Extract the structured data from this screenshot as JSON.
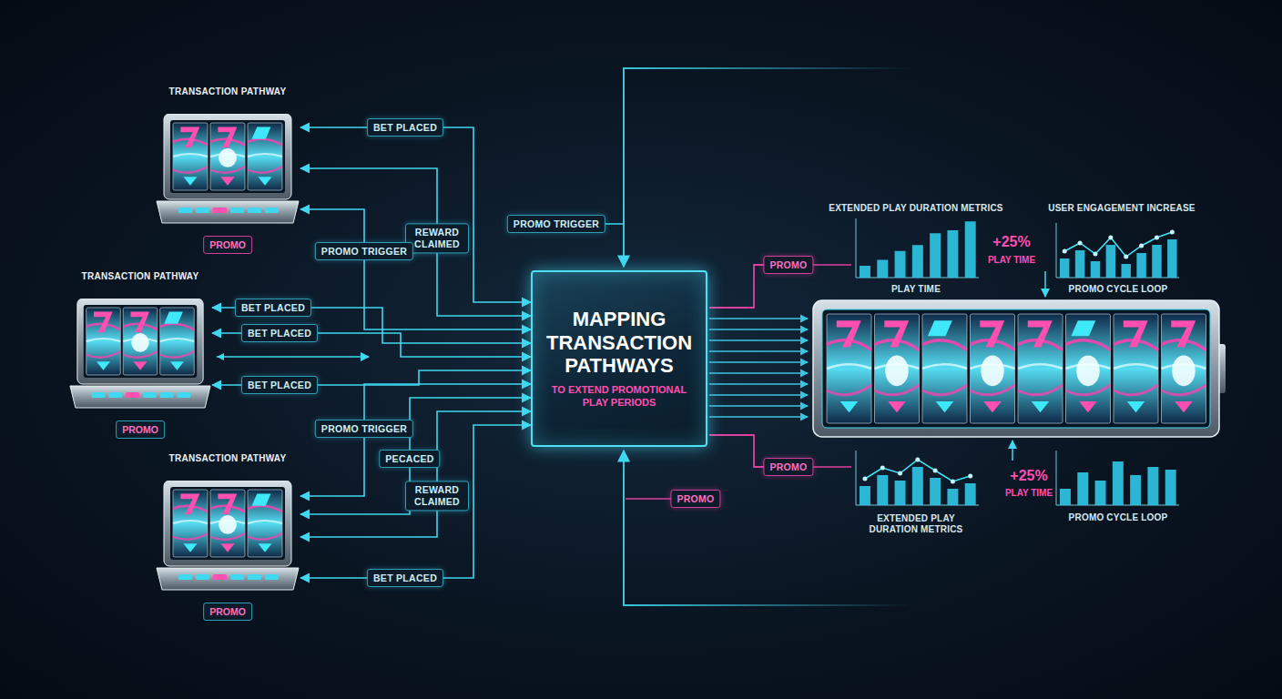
{
  "diagram": {
    "nodes": [
      {
        "text": [
          "TRANSACTION PATHWAY",
          "PROMO"
        ]
      },
      {
        "text": [
          "TRANSACTION PATHWAY",
          "PROMO"
        ]
      },
      {
        "text": [
          "TRANSACTION PATHWAY",
          "PROMO"
        ]
      },
      {
        "text": [
          "MAPPING TRANSACTION PATHWAYS",
          "TO EXTEND PROMOTIONAL PLAY PERIODS"
        ]
      }
    ],
    "edges": [
      {
        "from": 0,
        "to": 3,
        "label": "BET PLACED",
        "arrow": "both"
      },
      {
        "from": 0,
        "to": 3,
        "label": "REWARD CLAIMED",
        "arrow": "both"
      },
      {
        "from": 0,
        "to": 3,
        "label": "PROMO TRIGGER",
        "arrow": "both"
      },
      {
        "from": 1,
        "to": 3,
        "label": "BET PLACED",
        "arrow": "both"
      },
      {
        "from": 1,
        "to": 3,
        "label": "BET PLACED",
        "arrow": "both"
      },
      {
        "from": 1,
        "to": 3,
        "label": "BET PLACED",
        "arrow": "both"
      },
      {
        "from": 2,
        "to": 3,
        "label": "PROMO TRIGGER",
        "arrow": "both"
      },
      {
        "from": 2,
        "to": 3,
        "label": "PECACED",
        "arrow": "both"
      },
      {
        "from": 2,
        "to": 3,
        "label": "REWARD CLAIMED",
        "arrow": "both"
      },
      {
        "from": 2,
        "to": 3,
        "label": "BET PLACED",
        "arrow": "both"
      }
    ],
    "labels": [
      "PROMO TRIGGER",
      "PROMO",
      "PROMO",
      "PROMO",
      "EXTENDED PLAY DURATION METRICS",
      "PLAY TIME",
      "+25%",
      "PLAY TIME",
      "USER ENGAGEMENT INCREASE",
      "PROMO CYCLE LOOP",
      "EXTENDED PLAY DURATION METRICS",
      "+25%",
      "PLAY TIME",
      "PROMO CYCLE LOOP"
    ]
  }
}
